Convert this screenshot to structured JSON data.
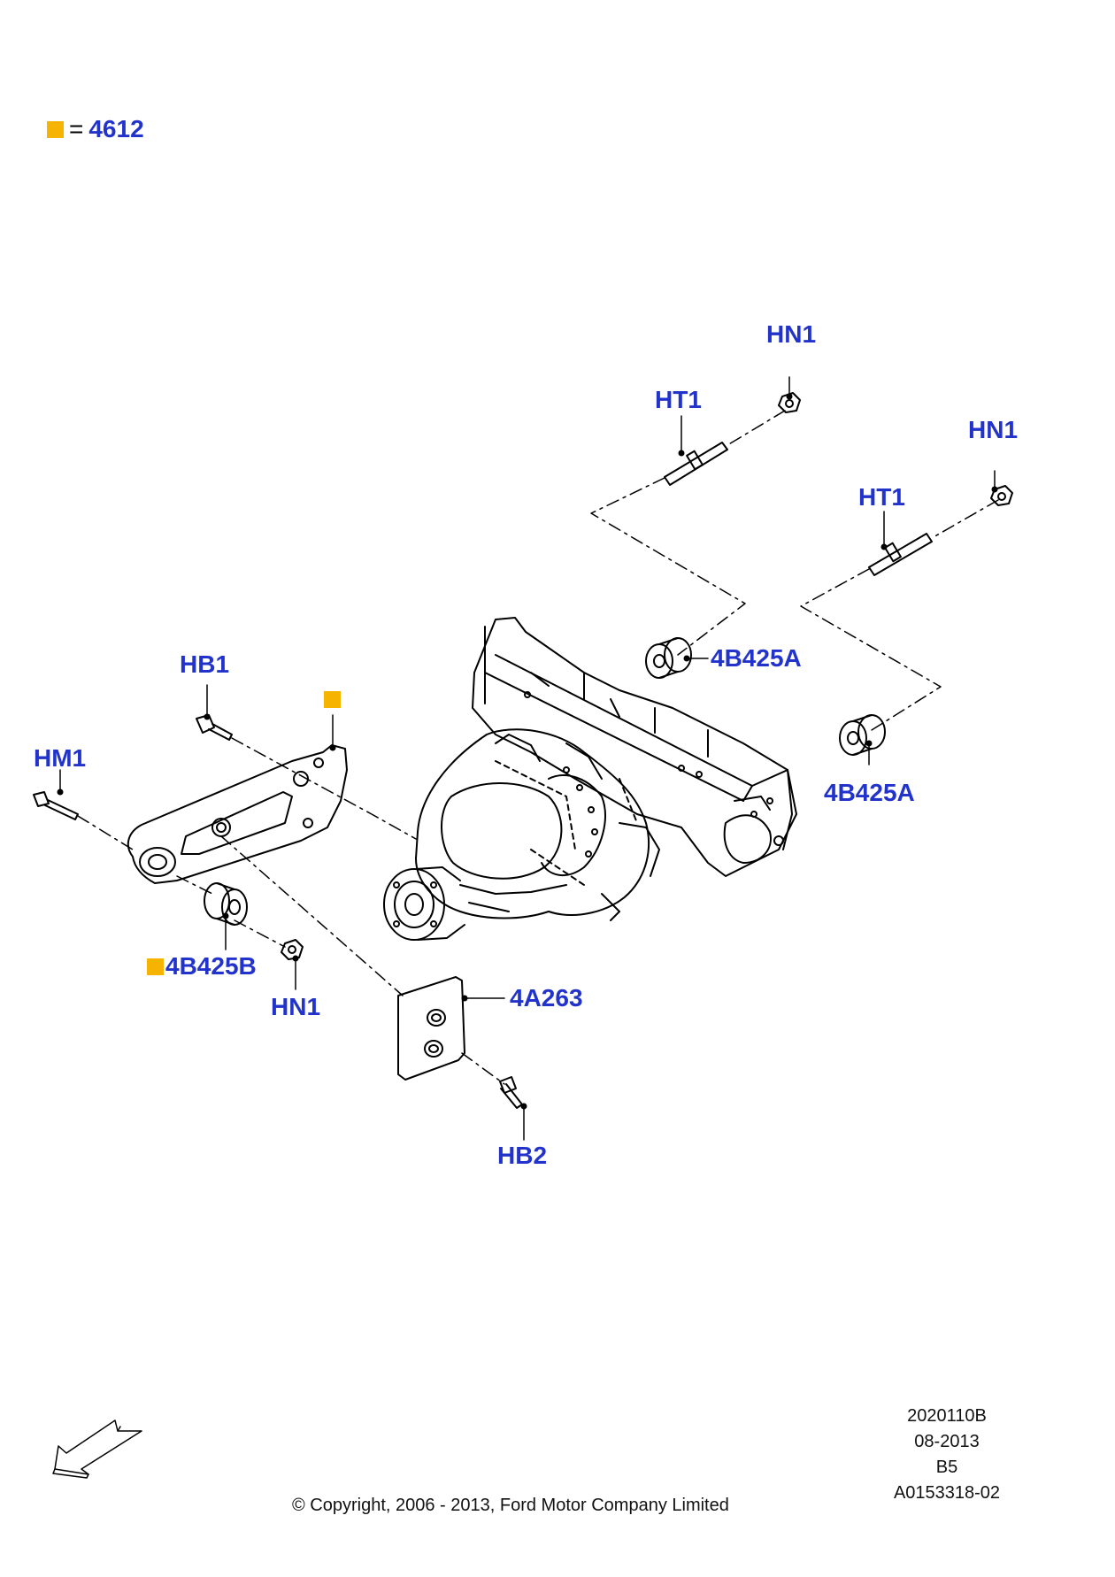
{
  "legend": {
    "symbol_color": "#f6b400",
    "equals": "=",
    "code": "4612"
  },
  "callouts": {
    "hn1_top": "HN1",
    "ht1_top": "HT1",
    "hn1_right": "HN1",
    "ht1_right": "HT1",
    "bush_a_upper": "4B425A",
    "bush_a_lower": "4B425A",
    "hb1": "HB1",
    "hm1": "HM1",
    "bush_b": "4B425B",
    "hn1_bottom": "HN1",
    "plate": "4A263",
    "hb2": "HB2"
  },
  "colors": {
    "callout": "#2233cc",
    "marker": "#f6b400",
    "line": "#000000"
  },
  "metadata": [
    "2020110B",
    "08-2013",
    "B5",
    "A0153318-02"
  ],
  "copyright": "© Copyright, 2006 - 2013, Ford Motor Company Limited",
  "icons": {
    "orientation": "direction-arrow-icon"
  }
}
